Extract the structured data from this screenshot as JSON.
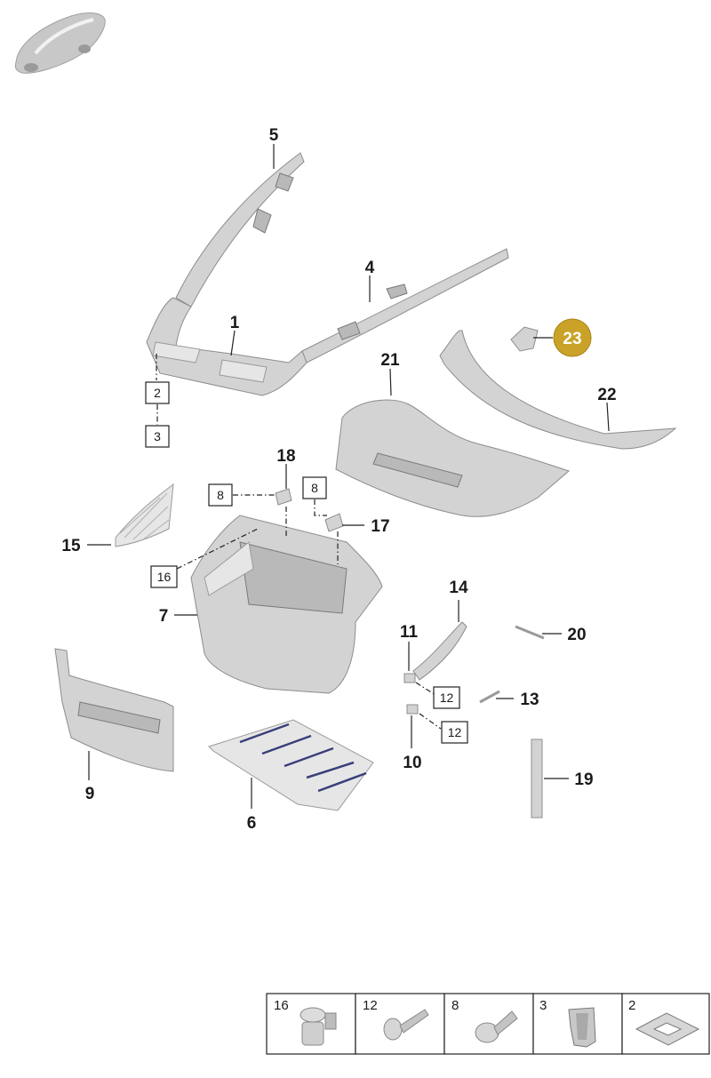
{
  "accent_color": "#c9a227",
  "callouts": {
    "c1": "1",
    "c4": "4",
    "c5": "5",
    "c6": "6",
    "c7": "7",
    "c9": "9",
    "c10": "10",
    "c11": "11",
    "c13": "13",
    "c14": "14",
    "c15": "15",
    "c17": "17",
    "c18": "18",
    "c19": "19",
    "c20": "20",
    "c21": "21",
    "c22": "22",
    "c23": "23"
  },
  "boxed_refs": {
    "b2": "2",
    "b3": "3",
    "b8a": "8",
    "b8b": "8",
    "b16": "16",
    "b12a": "12",
    "b12b": "12"
  },
  "legend": [
    {
      "number": "16",
      "icon": "push-rivet-icon"
    },
    {
      "number": "12",
      "icon": "screw-icon"
    },
    {
      "number": "8",
      "icon": "expanding-clip-icon"
    },
    {
      "number": "3",
      "icon": "spring-nut-icon"
    },
    {
      "number": "2",
      "icon": "foam-pad-icon"
    }
  ]
}
